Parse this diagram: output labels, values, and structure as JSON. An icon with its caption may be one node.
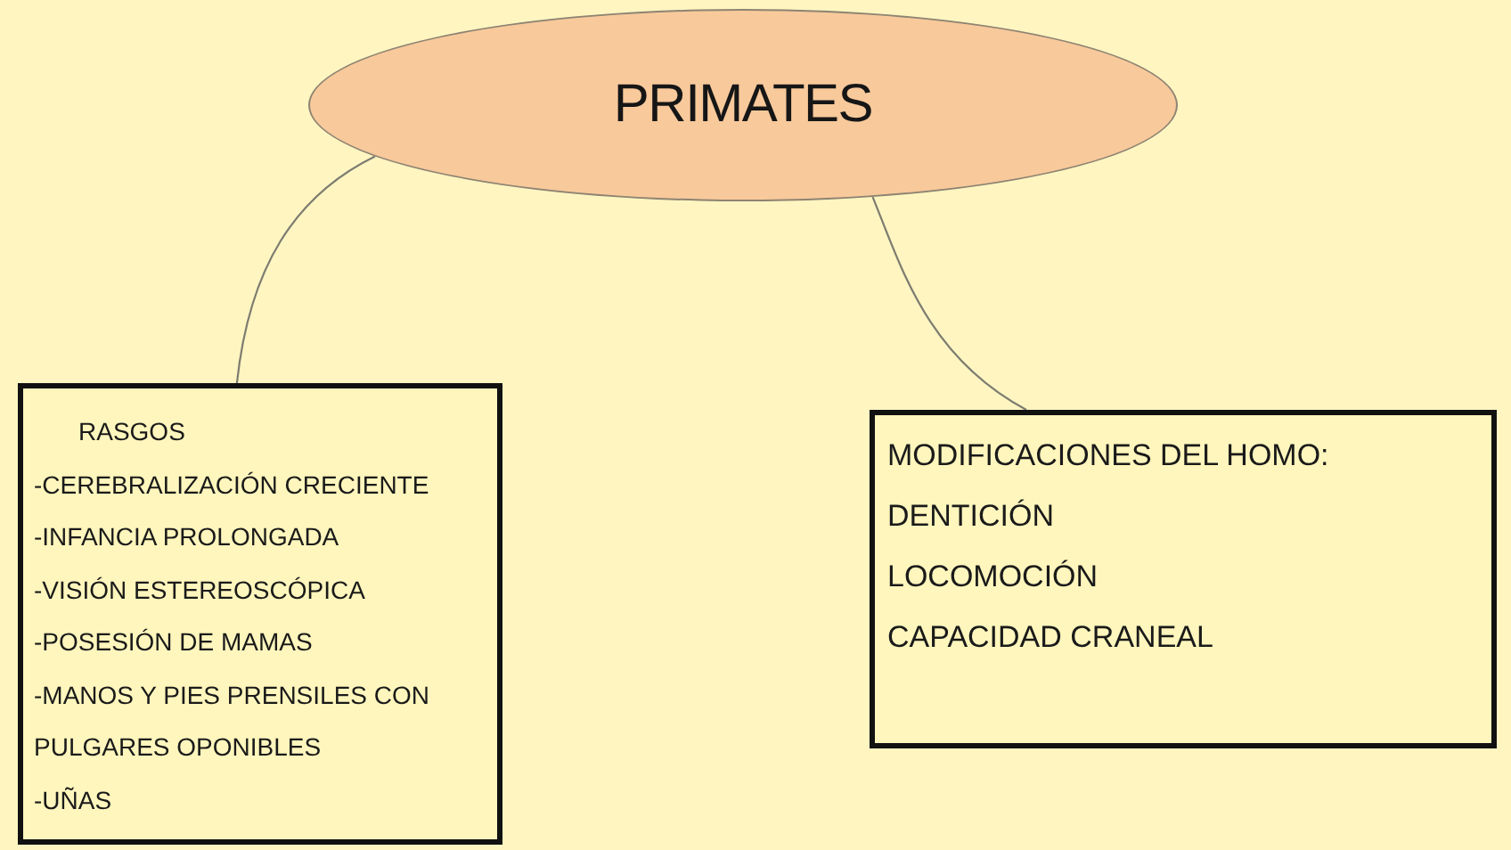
{
  "diagram": {
    "nodes": [
      {
        "text": [
          "PRIMATES"
        ]
      },
      {
        "text": [
          "RASGOS",
          "-CEREBRALIZACIÓN CRECIENTE",
          "-INFANCIA PROLONGADA",
          "-VISIÓN ESTEREOSCÓPICA",
          "-POSESIÓN DE MAMAS",
          "-MANOS Y PIES PRENSILES CON PULGARES OPONIBLES",
          "-UÑAS"
        ]
      },
      {
        "text": [
          "MODIFICACIONES DEL HOMO:",
          "DENTICIÓN",
          "LOCOMOCIÓN",
          "CAPACIDAD CRANEAL"
        ]
      }
    ],
    "edges": [
      {
        "from": 0,
        "to": 1,
        "arrow": "none"
      },
      {
        "from": 0,
        "to": 2,
        "arrow": "none"
      }
    ]
  }
}
